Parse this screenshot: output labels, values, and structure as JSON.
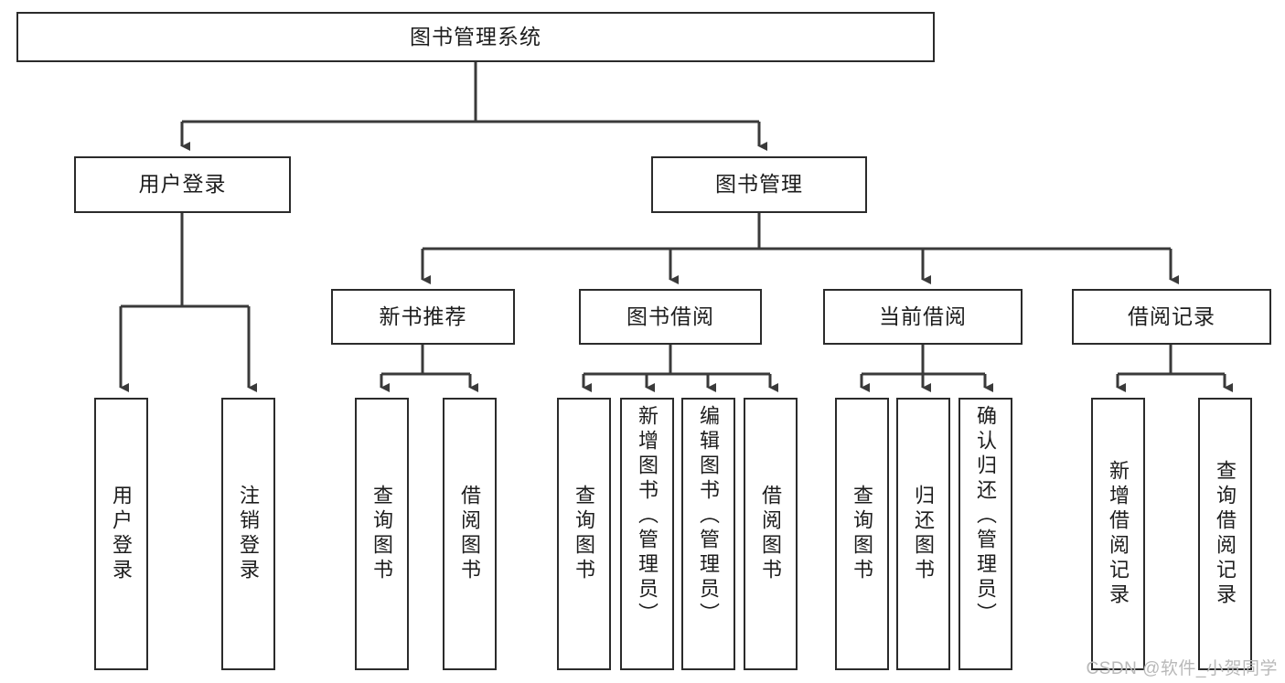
{
  "diagram": {
    "title": "图书管理系统",
    "type": "tree-hierarchy-diagram",
    "colors": {
      "box_border": "#2b2b2b",
      "box_fill": "#ffffff",
      "connector": "#3a3a3a",
      "text": "#1d1d1d",
      "watermark": "#b9b9b9"
    },
    "root": {
      "label": "图书管理系统"
    },
    "level2": [
      {
        "label": "用户登录"
      },
      {
        "label": "图书管理"
      }
    ],
    "level3": [
      {
        "label": "新书推荐"
      },
      {
        "label": "图书借阅"
      },
      {
        "label": "当前借阅"
      },
      {
        "label": "借阅记录"
      }
    ],
    "leaves": {
      "user_login": [
        {
          "label": "用户登录"
        },
        {
          "label": "注销登录"
        }
      ],
      "new_book_recommend": [
        {
          "label": "查询图书"
        },
        {
          "label": "借阅图书"
        }
      ],
      "book_borrow": [
        {
          "label": "查询图书"
        },
        {
          "label": "新增图书（管理员）"
        },
        {
          "label": "编辑图书（管理员）"
        },
        {
          "label": "借阅图书"
        }
      ],
      "current_borrow": [
        {
          "label": "查询图书"
        },
        {
          "label": "归还图书"
        },
        {
          "label": "确认归还（管理员）"
        }
      ],
      "borrow_record": [
        {
          "label": "新增借阅记录"
        },
        {
          "label": "查询借阅记录"
        }
      ]
    }
  },
  "watermark": {
    "text": "CSDN @软件_小贺同学"
  }
}
